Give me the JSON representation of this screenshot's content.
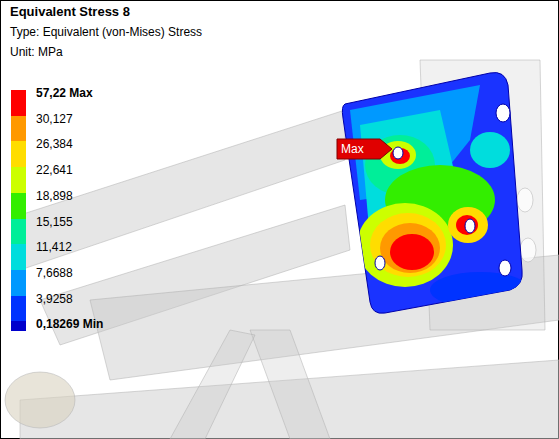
{
  "diagram": {
    "title": "Equivalent Stress 8",
    "labels": [
      "Type: Equivalent (von-Mises) Stress",
      "Unit: MPa",
      "Max"
    ],
    "legend": [
      {
        "text": "57,22 Max",
        "color": "#ff0000"
      },
      {
        "text": "30,127",
        "color": "#ff9900"
      },
      {
        "text": "26,384",
        "color": "#ffdd00"
      },
      {
        "text": "22,641",
        "color": "#ccff00"
      },
      {
        "text": "18,898",
        "color": "#33ee00"
      },
      {
        "text": "15,155",
        "color": "#00ee99"
      },
      {
        "text": "11,412",
        "color": "#00dddd"
      },
      {
        "text": "7,6688",
        "color": "#0099ff"
      },
      {
        "text": "3,9258",
        "color": "#0033ff"
      },
      {
        "text": "0,18269 Min",
        "color": "#0000cc"
      }
    ]
  }
}
